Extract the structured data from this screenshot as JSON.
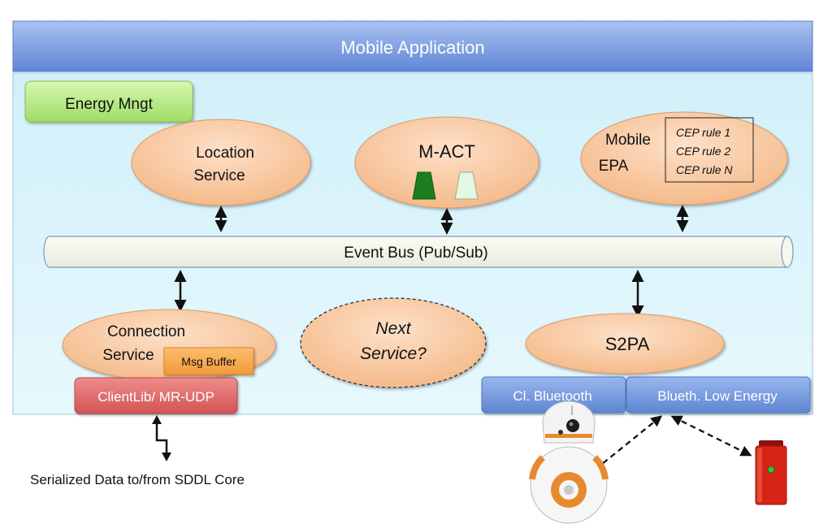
{
  "header": {
    "title": "Mobile Application"
  },
  "energy": {
    "label": "Energy Mngt"
  },
  "location_service": {
    "line1": "Location",
    "line2": "Service"
  },
  "mact": {
    "label": "M-ACT"
  },
  "mobile_epa": {
    "line1": "Mobile",
    "line2": "EPA",
    "rules": [
      "CEP rule 1",
      "CEP rule 2",
      "CEP rule N"
    ]
  },
  "event_bus": {
    "label": "Event Bus (Pub/Sub)"
  },
  "connection_service": {
    "line1": "Connection",
    "line2": "Service",
    "buffer": "Msg Buffer"
  },
  "next_service": {
    "line1": "Next",
    "line2": "Service?"
  },
  "s2pa": {
    "label": "S2PA"
  },
  "clientlib": {
    "label": "ClientLib/ MR-UDP"
  },
  "bluetooth": {
    "classic": "Cl. Bluetooth",
    "low_energy": "Blueth. Low Energy"
  },
  "footer": {
    "caption": "Serialized Data to/from SDDL Core"
  },
  "colors": {
    "header_fill": "#6f93dc",
    "panel_fill": "#d7f3fb",
    "ellipse_fill": "#f8ccaa",
    "energy_fill": "#b6ea84",
    "clientlib_fill": "#e06a6a",
    "bluetooth_fill": "#6e95d8",
    "buffer_fill": "#f5a64a"
  }
}
